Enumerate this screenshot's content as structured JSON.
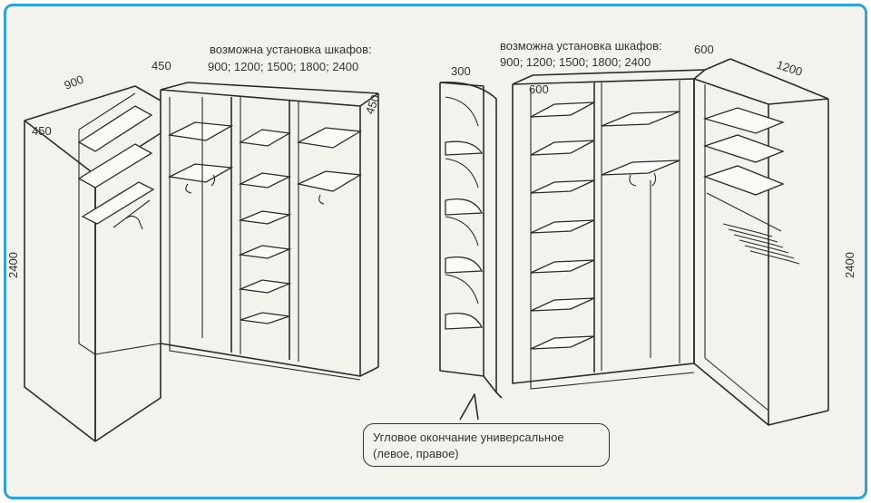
{
  "left_wardrobe": {
    "caption_line1": "возможна установка шкафов:",
    "caption_line2": "900; 1200; 1500; 1800; 2400",
    "dim_depth_top": "900",
    "dim_corner_top": "450",
    "dim_side": "450",
    "dim_right_depth": "450",
    "dim_height": "2400"
  },
  "corner_piece": {
    "dim_width": "300"
  },
  "right_wardrobe": {
    "caption_line1": "возможна установка шкафов:",
    "caption_line2": "900; 1200; 1500; 1800; 2400",
    "dim_left_depth": "600",
    "dim_corner_top": "600",
    "dim_depth_right": "1200",
    "dim_height": "2400"
  },
  "note": {
    "line1": "Угловое окончание универсальное",
    "line2": "(левое, правое)"
  }
}
